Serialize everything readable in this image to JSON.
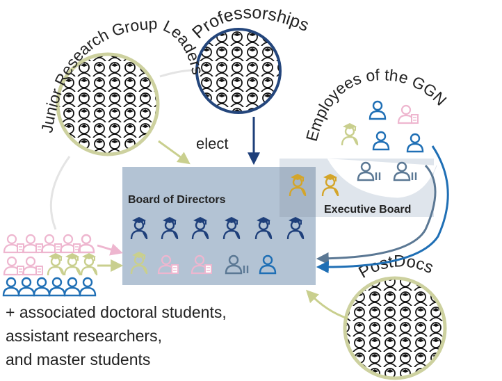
{
  "groups": {
    "professorships": "Professorships",
    "junior_research_group_leaders": "Junior Research Group Leaders",
    "employees": "Employees of the GGN",
    "postdocs": "PostDocs"
  },
  "board": {
    "title": "Board of Directors",
    "executive_title": "Executive Board"
  },
  "arrow_label": "elect",
  "associated": {
    "line1": "+ associated doctoral students,",
    "line2": "assistant researchers,",
    "line3": "and master students"
  },
  "colors": {
    "navy": "#1e3f7a",
    "blue": "#1f6fb5",
    "gold": "#d4a52a",
    "olive": "#c9cf8e",
    "pink": "#eeb6cf",
    "gray": "#5b7894",
    "board_bg": "#b3c3d4",
    "exec_bg": "#dfe5ec",
    "ring_olive": "#cdd19f",
    "ring_navy": "#24467c"
  },
  "icons": {
    "professor": "graduation-cap-person-icon",
    "doctoral": "person-icon",
    "staff": "person-with-tools-icon",
    "pink": "person-with-document-icon"
  }
}
